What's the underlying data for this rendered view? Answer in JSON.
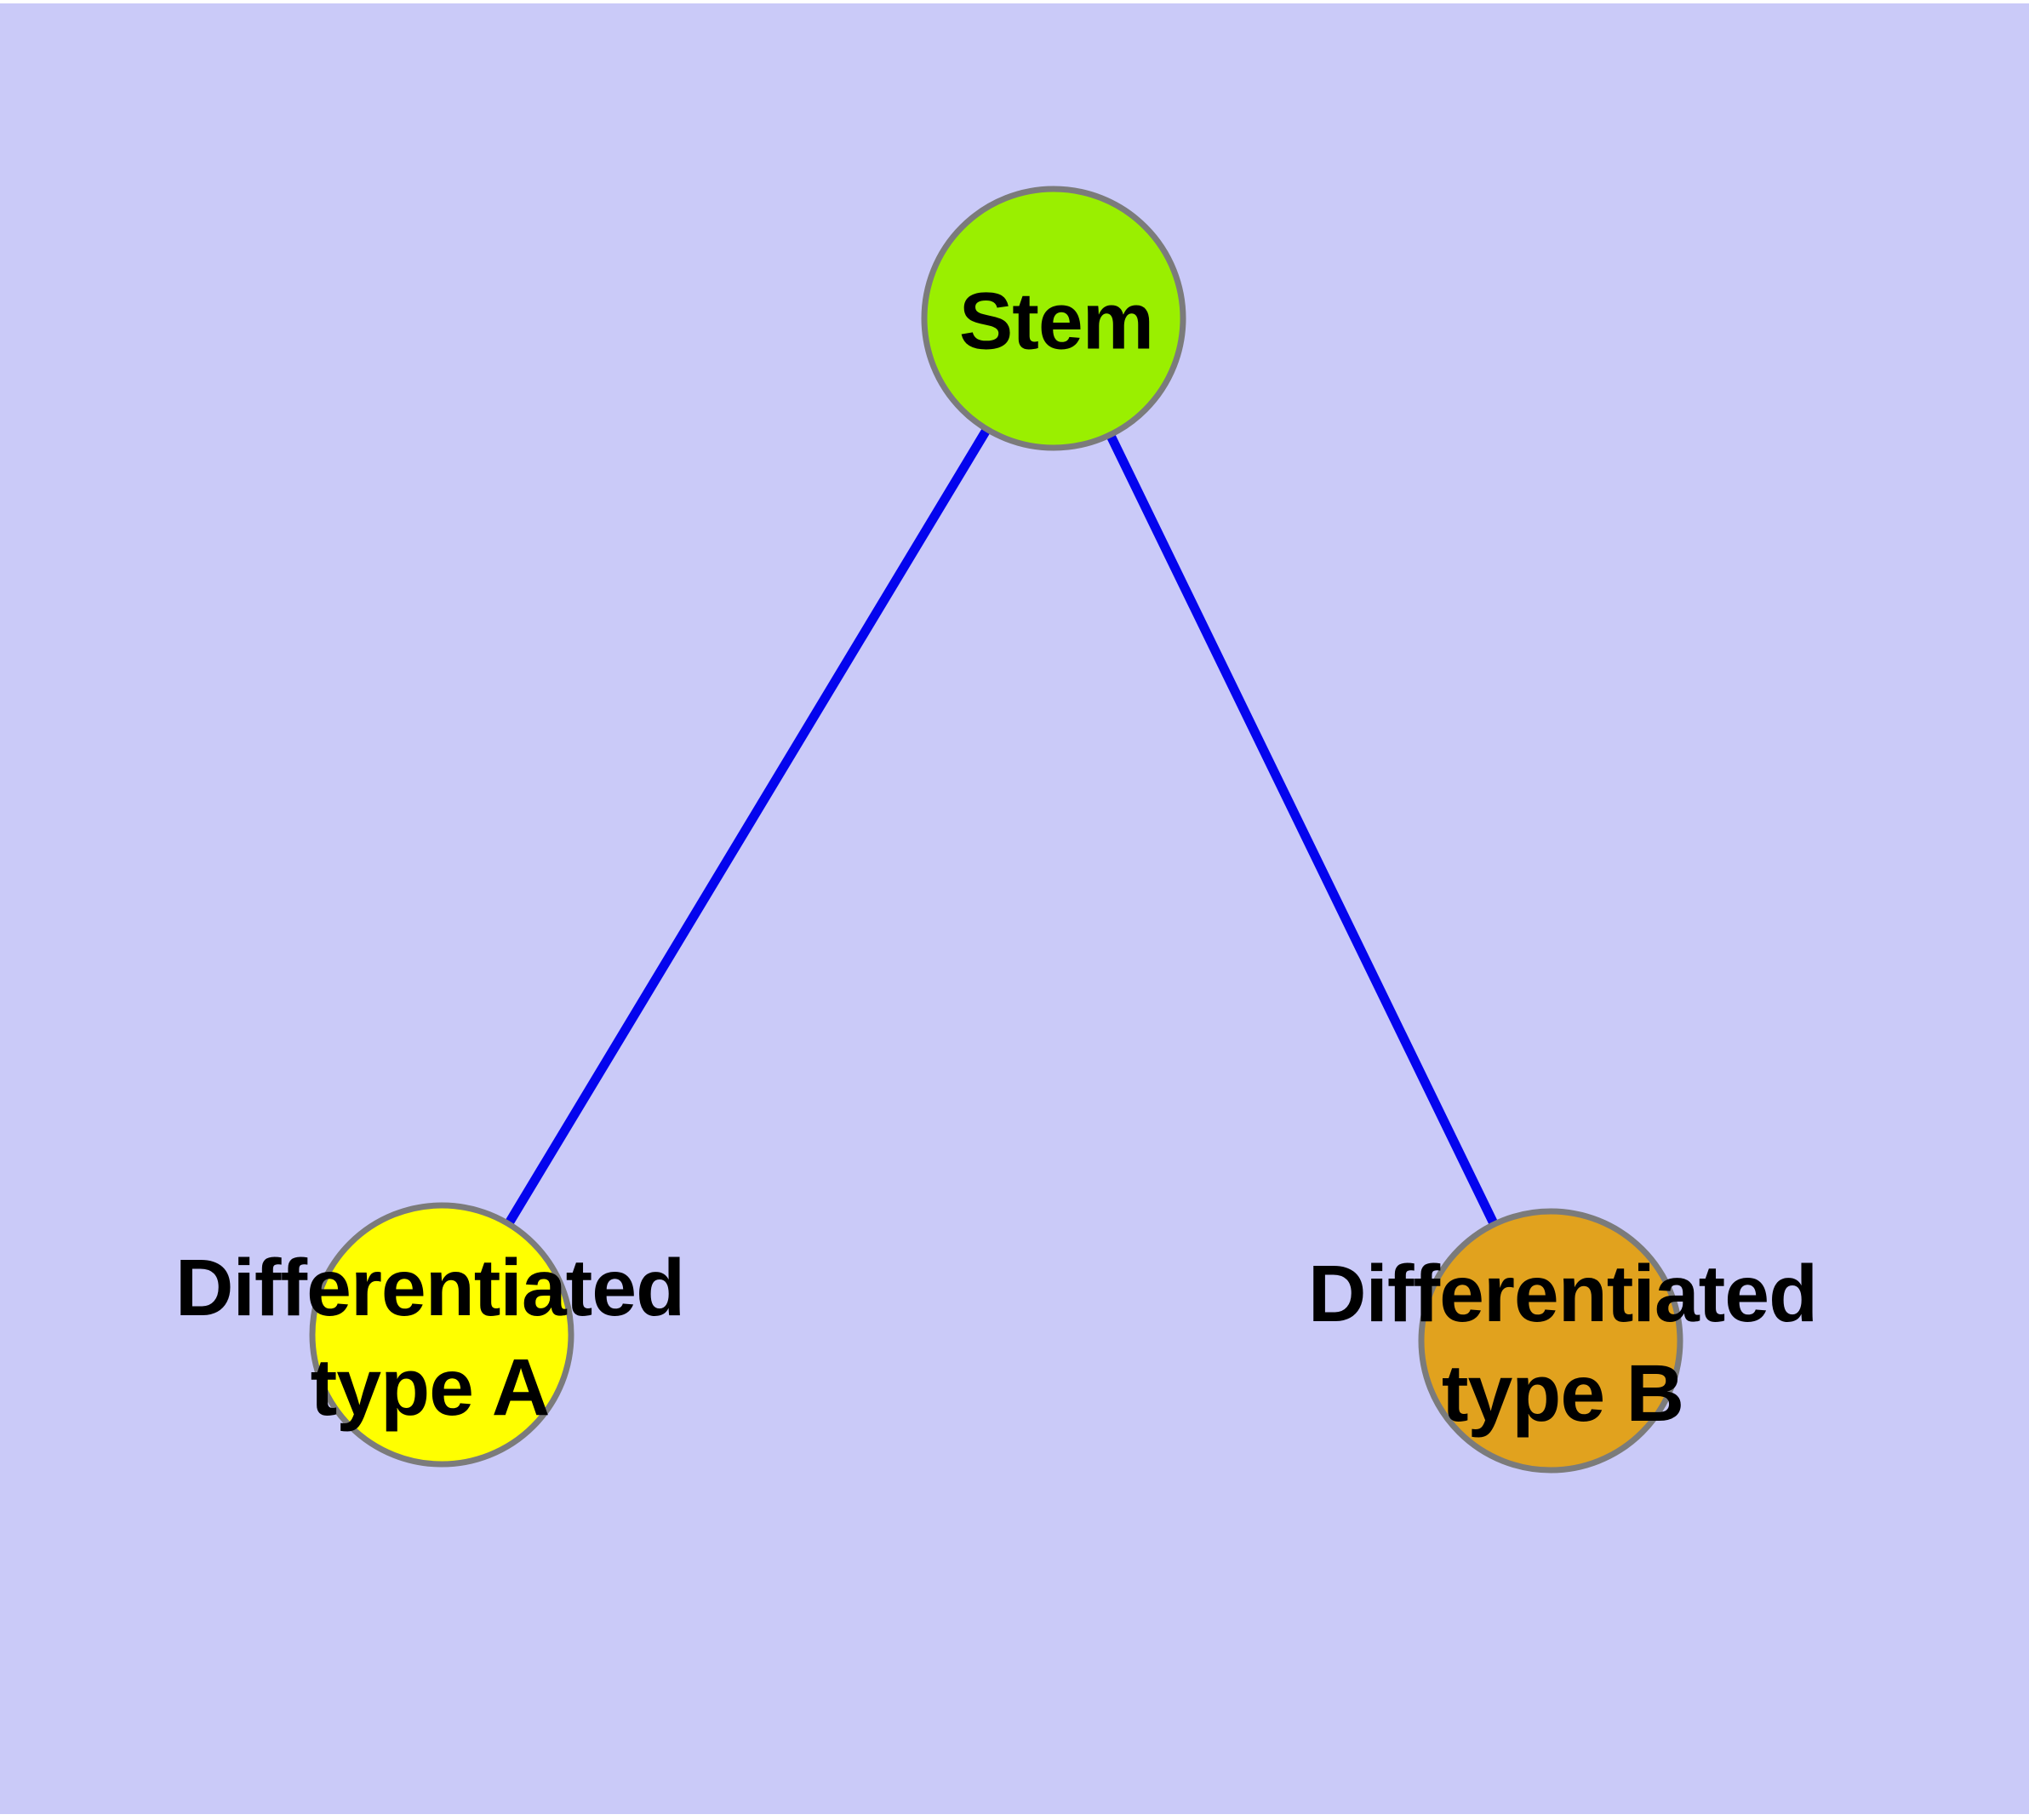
{
  "diagram": {
    "type": "graph",
    "background_color": "#cacaf8",
    "edge_color": "#0404ee",
    "node_stroke_color": "#7b7b7b",
    "label_color": "#000000",
    "nodes": [
      {
        "id": "stem",
        "label": "Stem",
        "fill": "#9aef00"
      },
      {
        "id": "differentiated-type-a",
        "label_line1": "Differentiated",
        "label_line2": "type A",
        "fill": "#ffff00"
      },
      {
        "id": "differentiated-type-b",
        "label_line1": "Differentiated",
        "label_line2": "type B",
        "fill": "#e1a21e"
      }
    ],
    "edges": [
      {
        "from": "stem",
        "to": "differentiated-type-a"
      },
      {
        "from": "stem",
        "to": "differentiated-type-b"
      }
    ]
  }
}
